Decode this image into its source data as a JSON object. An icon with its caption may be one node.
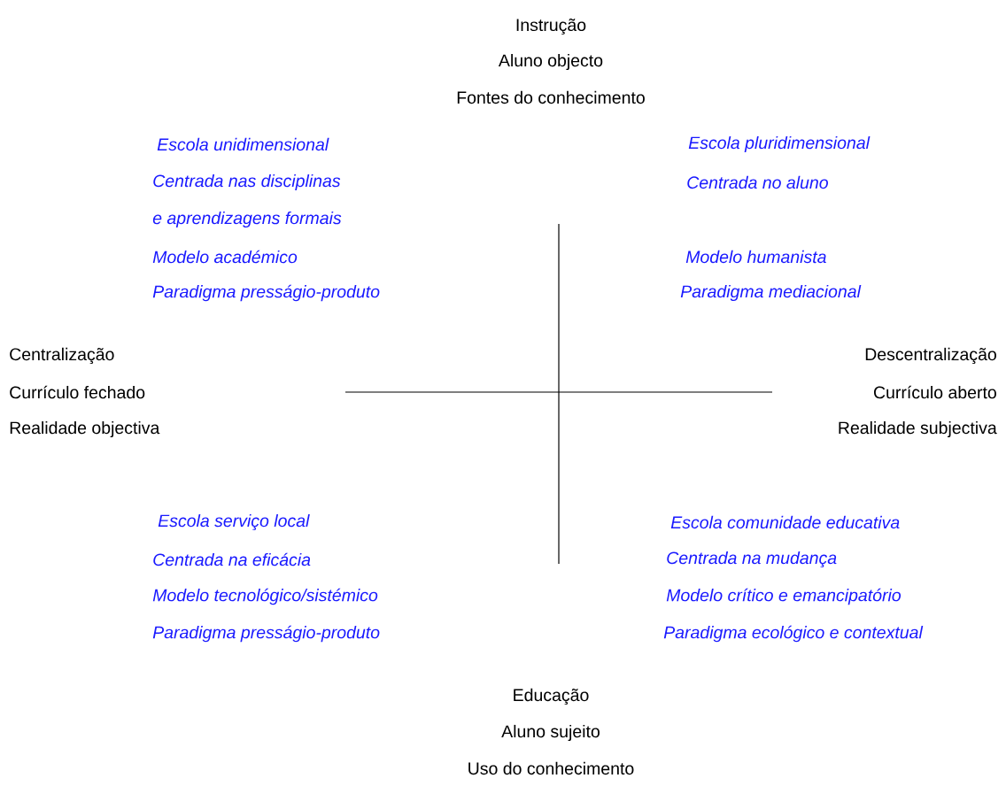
{
  "diagram": {
    "labels": [
      "Instrução",
      "Aluno objecto",
      "Fontes do conhecimento",
      "Escola unidimensional",
      "Escola pluridimensional",
      "Centrada nas disciplinas",
      "Centrada no aluno",
      "e aprendizagens formais",
      "Modelo académico",
      "Modelo humanista",
      "Paradigma presságio-produto",
      "Paradigma mediacional",
      "Centralização",
      "Descentralização",
      "Currículo fechado",
      "Currículo aberto",
      "Realidade objectiva",
      "Realidade subjectiva",
      "Escola serviço local",
      "Escola comunidade educativa",
      "Centrada na eficácia",
      "Centrada na mudança",
      "Modelo tecnológico/sistémico",
      "Modelo crítico e emancipatório",
      "Paradigma presságio-produto",
      "Paradigma ecológico e contextual",
      "Educação",
      "Aluno sujeito",
      "Uso do conhecimento"
    ]
  }
}
